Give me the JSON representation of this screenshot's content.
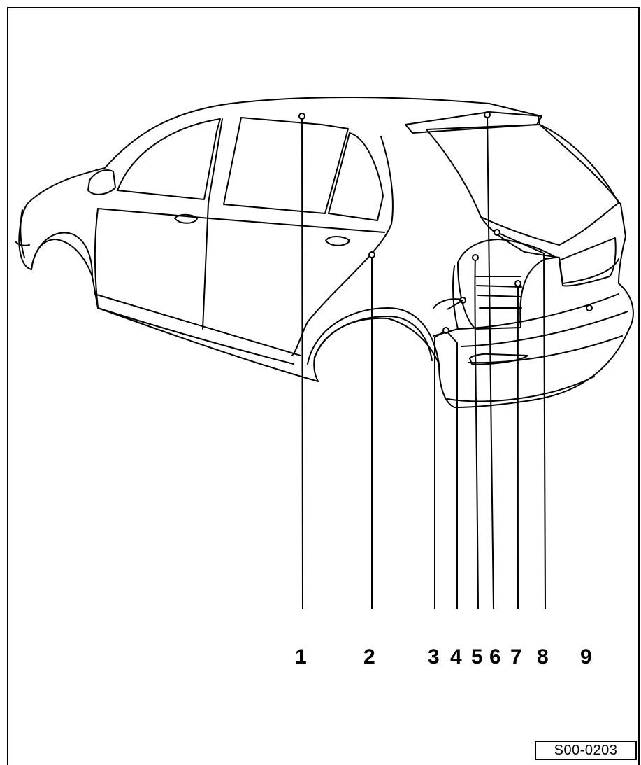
{
  "figure": {
    "code": "S00-0203"
  },
  "callouts": [
    {
      "label": "1",
      "part": "roof-door-frame-point"
    },
    {
      "label": "2",
      "part": "rear-door-edge-point"
    },
    {
      "label": "3",
      "part": "rear-quarter-lower-point"
    },
    {
      "label": "4",
      "part": "rear-quarter-mid-point"
    },
    {
      "label": "5",
      "part": "tail-light-upper-point"
    },
    {
      "label": "6",
      "part": "roof-spoiler-point"
    },
    {
      "label": "7",
      "part": "tail-light-lower-point"
    },
    {
      "label": "8",
      "part": "tailgate-corner-point"
    },
    {
      "label": "9",
      "part": "rear-bumper-point"
    }
  ],
  "colors": {
    "line": "#000000",
    "background": "#ffffff"
  }
}
